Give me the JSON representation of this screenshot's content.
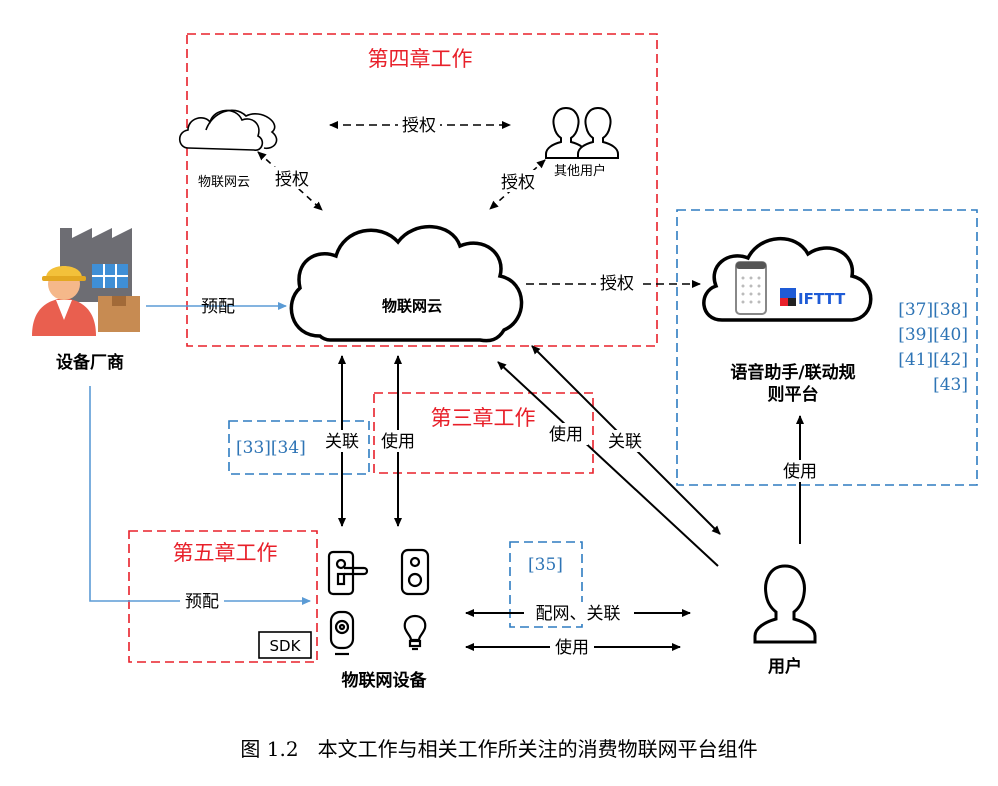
{
  "colors": {
    "red_box": "#e8202a",
    "red_text": "#e8202a",
    "blue_box": "#2e7cc1",
    "blue_text": "#2e74b5",
    "blue_arrow": "#5b9bd5",
    "black": "#000000"
  },
  "chapters": {
    "ch4": "第四章工作",
    "ch3": "第三章工作",
    "ch5": "第五章工作"
  },
  "nodes": {
    "small_cloud": "物联网云",
    "other_users": "其他用户",
    "big_cloud": "物联网云",
    "manufacturer": "设备厂商",
    "voice_platform_line1": "语音助手/联动规",
    "voice_platform_line2": "则平台",
    "iot_devices": "物联网设备",
    "user": "用户",
    "sdk": "SDK",
    "ifttt": "IFTTT"
  },
  "edges": {
    "authorize_top": "授权",
    "authorize_left": "授权",
    "authorize_right": "授权",
    "authorize_voice": "授权",
    "provision_cloud": "预配",
    "provision_device": "预配",
    "associate_cloud": "关联",
    "use_cloud": "使用",
    "use_user": "使用",
    "associate_user": "关联",
    "pair_associate": "配网、关联",
    "use_device": "使用",
    "use_voice": "使用"
  },
  "refs": {
    "r33_34": "[33][34]",
    "r35": "[35]",
    "r37_38": "[37][38]",
    "r39_40": "[39][40]",
    "r41_42": "[41][42]",
    "r43": "[43]"
  },
  "caption": "图 1.2   本文工作与相关工作所关注的消费物联网平台组件",
  "icons": [
    "cloud-icon",
    "users-icon",
    "factory-worker-icon",
    "smart-speaker-icon",
    "door-lock-icon",
    "doorbell-icon",
    "camera-icon",
    "light-bulb-icon",
    "user-icon"
  ]
}
